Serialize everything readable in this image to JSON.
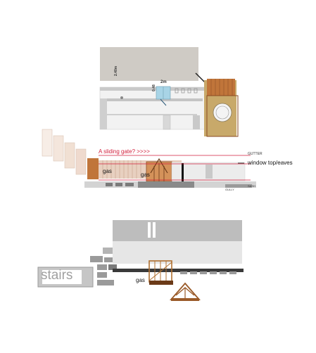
{
  "colors": {
    "annotation_red": "#d21f3c",
    "roof_grey": "#cfcbc5",
    "wall_light": "#f0f0f0",
    "timber": "#c0753a",
    "timber_dark": "#8a4a22",
    "hedge_tan": "#c8a96a",
    "glass": "#a8d4e6",
    "paving_grey": "#8a8a8a",
    "stairs_grey": "#b0b0b0",
    "roof_dark": "#bdbdbd"
  },
  "labels": {
    "dimension_height": "2.40m",
    "dimension_width": "2m",
    "dimension_small": "0.48",
    "sliding_gate": "A sliding gate? >>>>",
    "gutter": "GUTTER",
    "window_top": "window top/eaves",
    "gas_left": "gas",
    "gas_centre": "gas",
    "sash": "SASH",
    "gully": "GULLY",
    "stairs": "stairs",
    "gas_bottom": "gas"
  }
}
